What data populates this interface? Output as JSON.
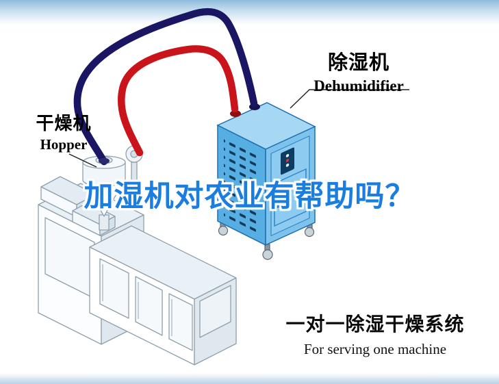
{
  "machine_label": {
    "cn": "干燥机",
    "en": "Hopper"
  },
  "dehumidifier_label": {
    "cn": "除湿机",
    "en": "Dehumidifier"
  },
  "headline": {
    "text": "加湿机对农业有帮助吗？",
    "color": "#1a7de0"
  },
  "caption": {
    "cn": "一对一除湿干燥系统",
    "en": "For serving one machine"
  },
  "illustration": {
    "pipe_red_color": "#c8141a",
    "pipe_navy_color": "#1b1663",
    "dehumidifier_left_face_color": "#56aee2",
    "dehumidifier_right_face_color": "#7fc2ec",
    "dehumidifier_top_face_color": "#a6d8f4",
    "machine_line_color": "#8fa0ac"
  }
}
